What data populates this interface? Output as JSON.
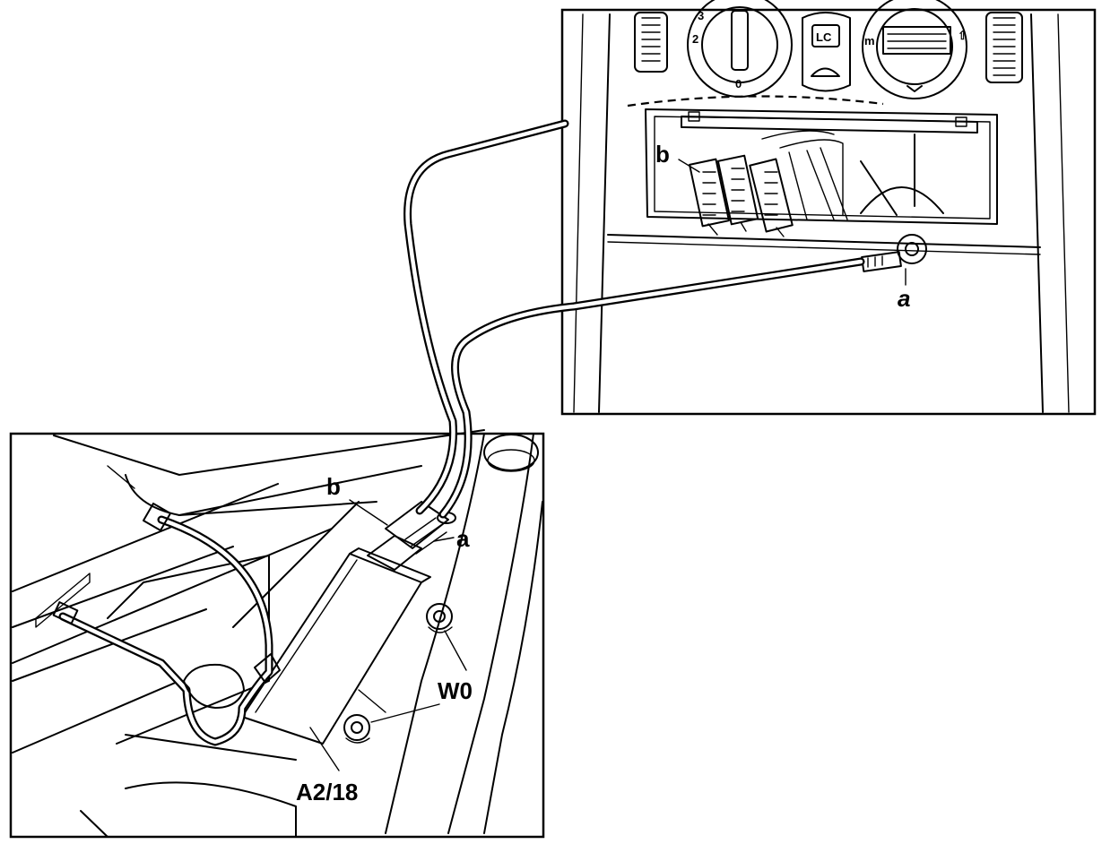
{
  "labels": {
    "console_b": "b",
    "console_a": "a",
    "dash_knob_mark": "LC",
    "module_b": "b",
    "module_a": "a",
    "ground": "W0",
    "module": "A2/18"
  }
}
